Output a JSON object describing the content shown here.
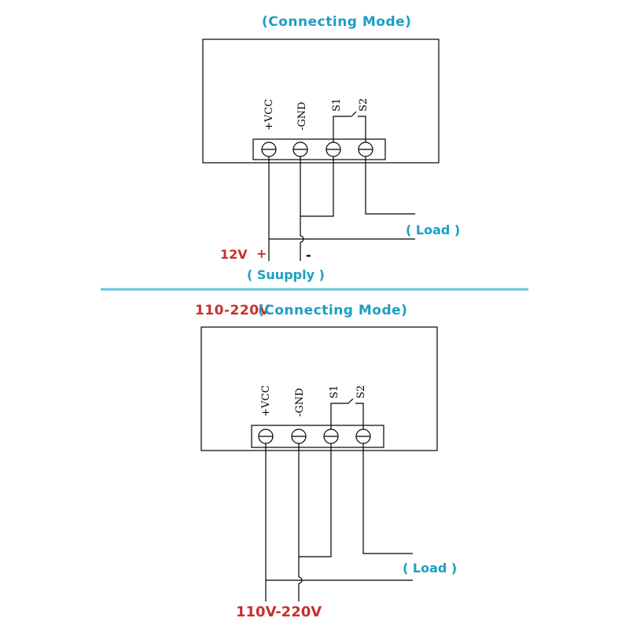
{
  "top": {
    "title": "(Connecting Mode)",
    "terminals": [
      "+VCC",
      "-GND",
      "S1",
      "S2"
    ],
    "load_label": "( Load )",
    "supply_voltage": "12V",
    "plus_sign": "+",
    "minus_sign": "-",
    "supply_label": "( Suupply )"
  },
  "divider_color": "#5fc3e4",
  "bottom": {
    "title_voltage": "110-220V",
    "title_mode": "(Connecting Mode)",
    "terminals": [
      "+VCC",
      "-GND",
      "S1",
      "S2"
    ],
    "load_label": "( Load )",
    "supply_voltage": "110V-220V"
  }
}
